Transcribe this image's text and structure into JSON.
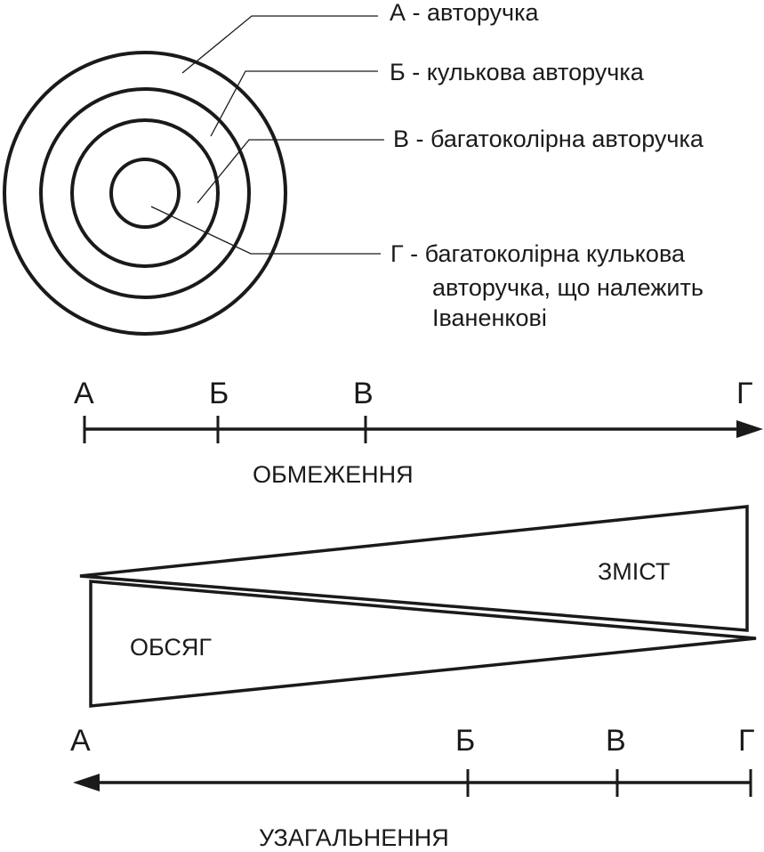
{
  "circles": {
    "labels": [
      "А - авторучка",
      "Б - кулькова авторучка",
      "В - багатоколірна авторучка",
      "Г - багатоколірна кулькова"
    ],
    "label_g_cont1": "авторучка, що належить",
    "label_g_cont2": "Іваненкові"
  },
  "axis1": {
    "ticks": [
      "А",
      "Б",
      "В",
      "Г"
    ],
    "caption": "ОБМЕЖЕННЯ"
  },
  "wedges": {
    "content_label": "ЗМІСТ",
    "scope_label": "ОБСЯГ"
  },
  "axis2": {
    "ticks": [
      "А",
      "Б",
      "В",
      "Г"
    ],
    "caption": "УЗАГАЛЬНЕННЯ"
  }
}
